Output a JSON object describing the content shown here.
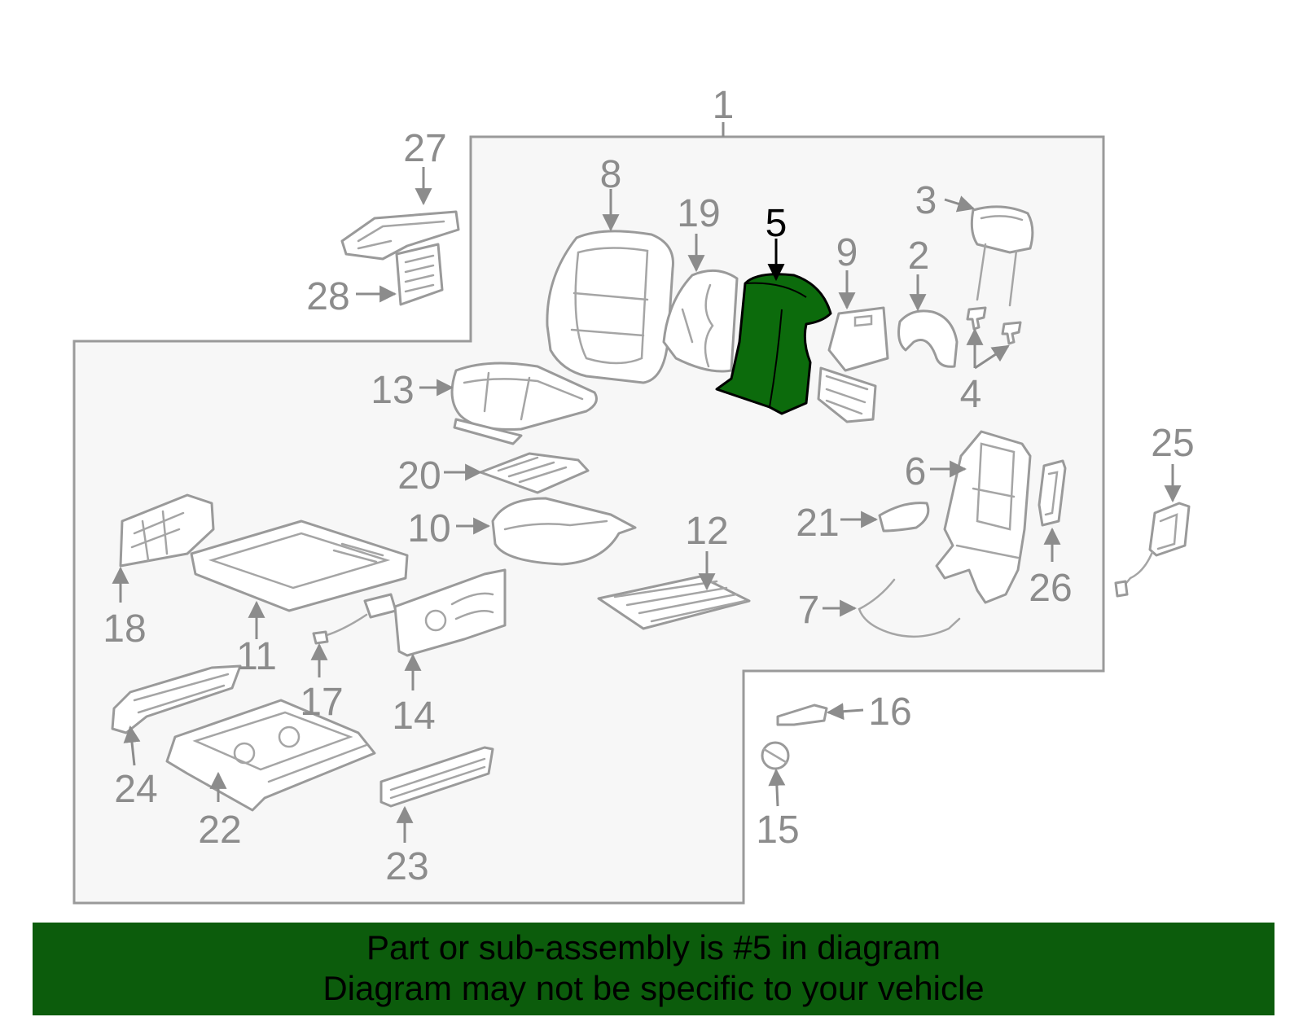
{
  "diagram": {
    "callouts": {
      "c1": "1",
      "c2": "2",
      "c3": "3",
      "c4": "4",
      "c5": "5",
      "c6": "6",
      "c7": "7",
      "c8": "8",
      "c9": "9",
      "c10": "10",
      "c11": "11",
      "c12": "12",
      "c13": "13",
      "c14": "14",
      "c15": "15",
      "c16": "16",
      "c17": "17",
      "c18": "18",
      "c19": "19",
      "c20": "20",
      "c21": "21",
      "c22": "22",
      "c23": "23",
      "c24": "24",
      "c25": "25",
      "c26": "26",
      "c27": "27",
      "c28": "28"
    },
    "highlighted_part": "5",
    "colors": {
      "highlight_fill": "#0c6b0c",
      "outline": "#9a9a9a",
      "panel": "#f7f7f7",
      "banner": "#0c5c0c"
    }
  },
  "banner": {
    "line1": "Part or sub-assembly is #5 in diagram",
    "line2": "Diagram may not be specific to your vehicle"
  }
}
